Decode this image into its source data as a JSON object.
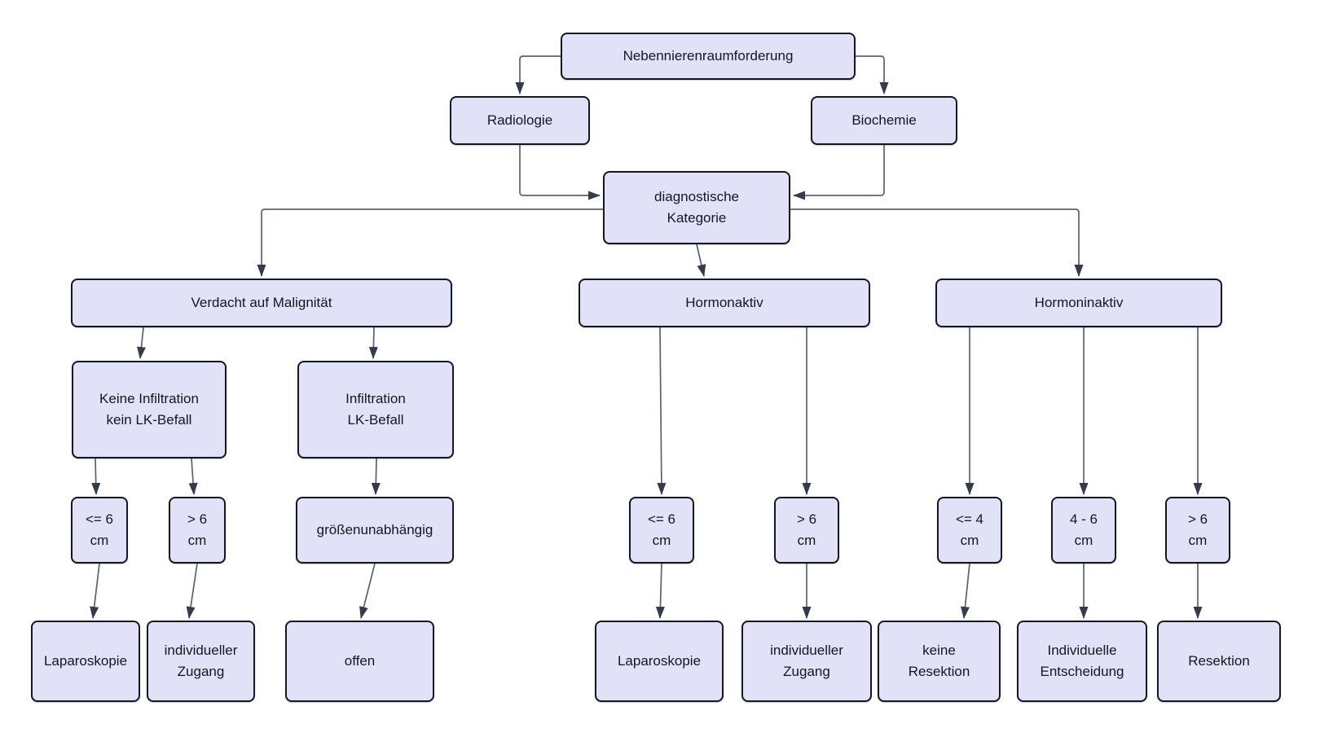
{
  "colors": {
    "background": "#ffffff",
    "node-fill": "#e1e1f8",
    "node-border": "#15181f",
    "text": "#16161f",
    "edge": "#596273",
    "arrow": "#343c49"
  },
  "nodes": {
    "root": "Nebennierenraumforderung",
    "radiologie": "Radiologie",
    "biochemie": "Biochemie",
    "kategorie": "diagnostische\nKategorie",
    "verdacht": "Verdacht auf Malignität",
    "hormonaktiv": "Hormonaktiv",
    "hormoninaktiv": "Hormoninaktiv",
    "keine_infiltration": "Keine Infiltration\nkein LK-Befall",
    "infiltration": "Infiltration\nLK-Befall",
    "groesse_le6_links": "<= 6\ncm",
    "groesse_g6_links": "> 6\ncm",
    "groessenunabhaengig": "größenunabhängig",
    "groesse_le6_mitte": "<= 6\ncm",
    "groesse_g6_mitte": "> 6\ncm",
    "groesse_le4": "<= 4\ncm",
    "groesse_4_6": "4 - 6\ncm",
    "groesse_g6_rechts": "> 6\ncm",
    "laparoskopie_links": "Laparoskopie",
    "individueller_zugang_links": "individueller\nZugang",
    "offen": "offen",
    "laparoskopie_mitte": "Laparoskopie",
    "individueller_zugang_mitte": "individueller\nZugang",
    "keine_resektion": "keine\nResektion",
    "individuelle_entscheidung": "Individuelle\nEntscheidung",
    "resektion": "Resektion"
  }
}
